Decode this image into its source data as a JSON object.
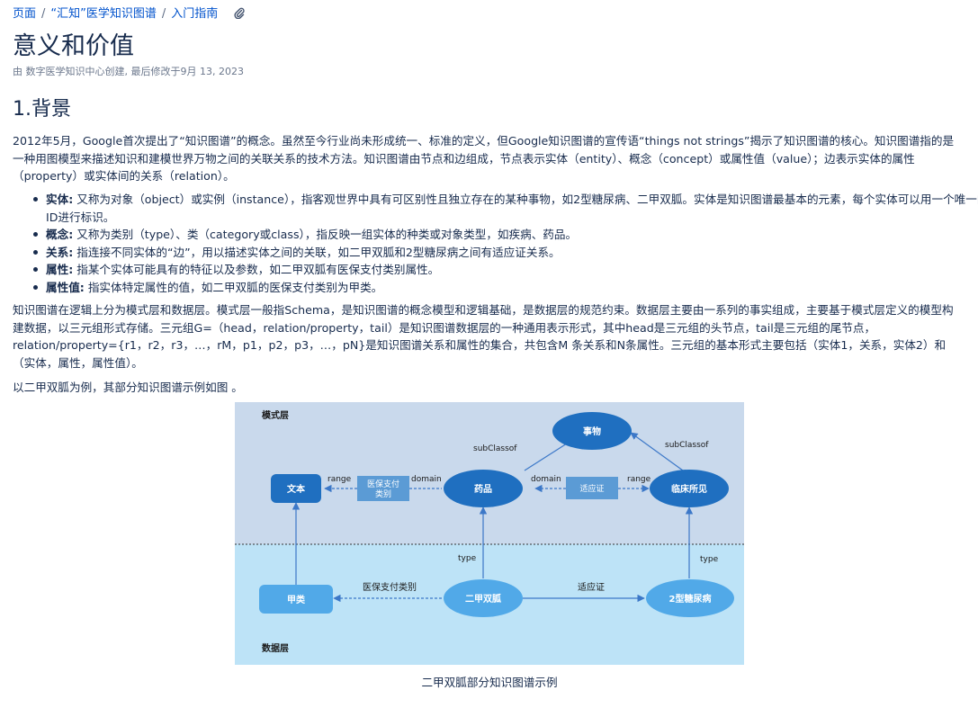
{
  "breadcrumb": {
    "item1": "页面",
    "item2": "“汇知”医学知识图谱",
    "item3": "入门指南"
  },
  "page_title": "意义和价值",
  "meta": "由 数字医学知识中心创建, 最后修改于9月 13, 2023",
  "section_heading": "1.背景",
  "para1": "2012年5月，Google首次提出了“知识图谱”的概念。虽然至今行业尚未形成统一、标准的定义，但Google知识图谱的宣传语“things not strings”揭示了知识图谱的核心。知识图谱指的是一种用图模型来描述知识和建模世界万物之间的关联关系的技术方法。知识图谱由节点和边组成，节点表示实体（entity）、概念（concept）或属性值（value）；边表示实体的属性（property）或实体间的关系（relation）。",
  "bullets": [
    {
      "term": "实体:",
      "text": " 又称为对象（object）或实例（instance），指客观世界中具有可区别性且独立存在的某种事物，如2型糖尿病、二甲双胍。实体是知识图谱最基本的元素，每个实体可以用一个唯一的ID进行标识。"
    },
    {
      "term": "概念:",
      "text": " 又称为类别（type）、类（category或class），指反映一组实体的种类或对象类型，如疾病、药品。"
    },
    {
      "term": "关系:",
      "text": " 指连接不同实体的“边”，用以描述实体之间的关联，如二甲双胍和2型糖尿病之间有适应证关系。"
    },
    {
      "term": "属性:",
      "text": " 指某个实体可能具有的特征以及参数，如二甲双胍有医保支付类别属性。"
    },
    {
      "term": "属性值:",
      "text": " 指实体特定属性的值，如二甲双胍的医保支付类别为甲类。"
    }
  ],
  "para2": "知识图谱在逻辑上分为模式层和数据层。模式层一般指Schema，是知识图谱的概念模型和逻辑基础，是数据层的规范约束。数据层主要由一系列的事实组成，主要基于模式层定义的模型构建数据，以三元组形式存储。三元组G=（head，relation/property，tail）是知识图谱数据层的一种通用表示形式，其中head是三元组的头节点，tail是三元组的尾节点，relation/property={r1，r2，r3，…，rM，p1，p2，p3，…，pN}是知识图谱关系和属性的集合，共包含M 条关系和N条属性。三元组的基本形式主要包括（实体1，关系，实体2）和（实体，属性，属性值）。",
  "para3": "以二甲双胍为例，其部分知识图谱示例如图 。",
  "diagram": {
    "schema_layer": "模式层",
    "data_layer": "数据层",
    "nodes": {
      "thing": "事物",
      "text": "文本",
      "drug": "药品",
      "finding": "临床所见",
      "classA": "甲类",
      "metformin": "二甲双胍",
      "t2dm": "2型糖尿病"
    },
    "boxes": {
      "insurance": "医保支付",
      "insurance2": "类别",
      "indication": "适应证"
    },
    "edges": {
      "subclass_left": "subClassof",
      "subclass_right": "subClassof",
      "range_left": "range",
      "domain_left": "domain",
      "domain_right": "domain",
      "range_right": "range",
      "type_left": "type",
      "type_right": "type",
      "insurance_edge": "医保支付类别",
      "indication_edge": "适应证"
    },
    "colors": {
      "schema_bg": "#c9d9ec",
      "data_bg": "#bde3f7",
      "dark_node": "#1f6fc0",
      "light_node": "#51a9e8",
      "box": "#5b9bd5"
    }
  },
  "caption": "二甲双胍部分知识图谱示例"
}
